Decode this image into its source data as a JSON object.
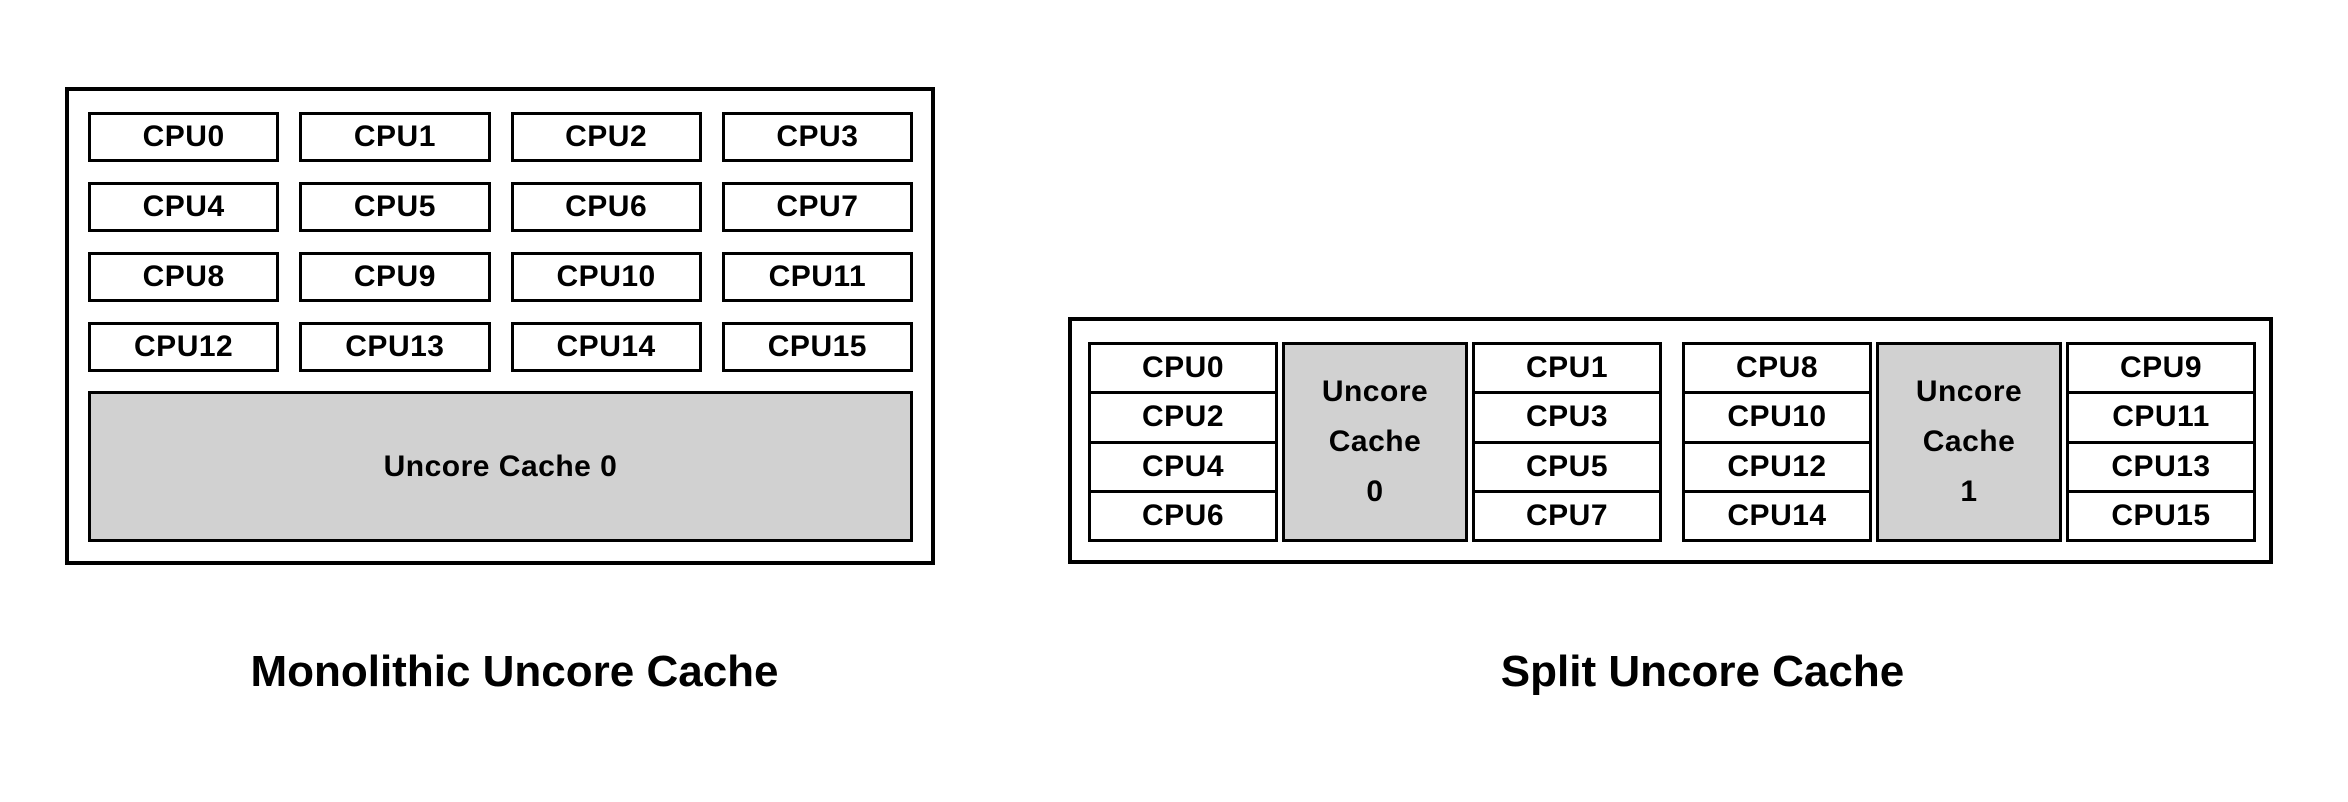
{
  "monolithic": {
    "caption": "Monolithic Uncore Cache",
    "cpus": [
      "CPU0",
      "CPU1",
      "CPU2",
      "CPU3",
      "CPU4",
      "CPU5",
      "CPU6",
      "CPU7",
      "CPU8",
      "CPU9",
      "CPU10",
      "CPU11",
      "CPU12",
      "CPU13",
      "CPU14",
      "CPU15"
    ],
    "cache_label": "Uncore Cache 0"
  },
  "split": {
    "caption": "Split Uncore Cache",
    "clusters": [
      {
        "left_cpus": [
          "CPU0",
          "CPU2",
          "CPU4",
          "CPU6"
        ],
        "cache_lines": [
          "Uncore",
          "Cache",
          "0"
        ],
        "right_cpus": [
          "CPU1",
          "CPU3",
          "CPU5",
          "CPU7"
        ]
      },
      {
        "left_cpus": [
          "CPU8",
          "CPU10",
          "CPU12",
          "CPU14"
        ],
        "cache_lines": [
          "Uncore",
          "Cache",
          "1"
        ],
        "right_cpus": [
          "CPU9",
          "CPU11",
          "CPU13",
          "CPU15"
        ]
      }
    ]
  },
  "colors": {
    "cache_fill": "#d1d1d1",
    "border": "#000000",
    "background": "#ffffff",
    "text": "#000000"
  }
}
